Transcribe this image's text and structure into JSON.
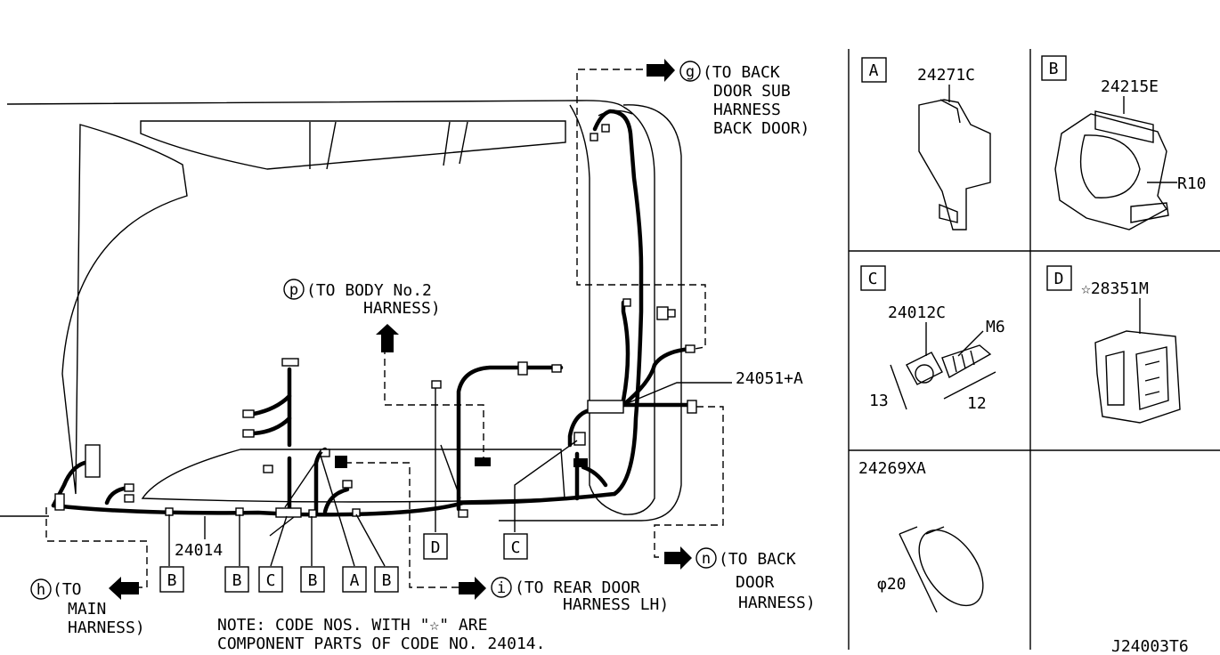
{
  "connectors": {
    "g": {
      "letter": "g",
      "line1": "(TO BACK",
      "line2": "DOOR SUB",
      "line3": "HARNESS",
      "line4": "BACK DOOR)"
    },
    "p": {
      "letter": "p",
      "line1": "(TO BODY No.2",
      "line2": "HARNESS)"
    },
    "h": {
      "letter": "h",
      "line1": "(TO",
      "line2": "MAIN",
      "line3": "HARNESS)"
    },
    "i": {
      "letter": "i",
      "line1": "(TO REAR DOOR",
      "line2": "HARNESS LH)"
    },
    "n": {
      "letter": "n",
      "line1": "(TO BACK",
      "line2": "DOOR",
      "line3": "HARNESS)"
    }
  },
  "main_labels": {
    "harness_part": "24014",
    "grommet_part": "24051+A"
  },
  "clip_callouts": [
    "B",
    "B",
    "C",
    "B",
    "A",
    "B",
    "D",
    "C"
  ],
  "note": {
    "line1": "NOTE: CODE NOS. WITH \"☆\" ARE",
    "line2": "COMPONENT PARTS OF CODE NO. 24014."
  },
  "parts": {
    "A": {
      "letter": "A",
      "part": "24271C"
    },
    "B": {
      "letter": "B",
      "part": "24215E",
      "dim": "R10"
    },
    "C": {
      "letter": "C",
      "part": "24012C",
      "thread": "M6",
      "dim1": "13",
      "dim2": "12"
    },
    "D": {
      "letter": "D",
      "part": "☆28351M"
    },
    "E": {
      "part": "24269XA",
      "dim": "φ20"
    }
  },
  "drawing_code": "J24003T6"
}
